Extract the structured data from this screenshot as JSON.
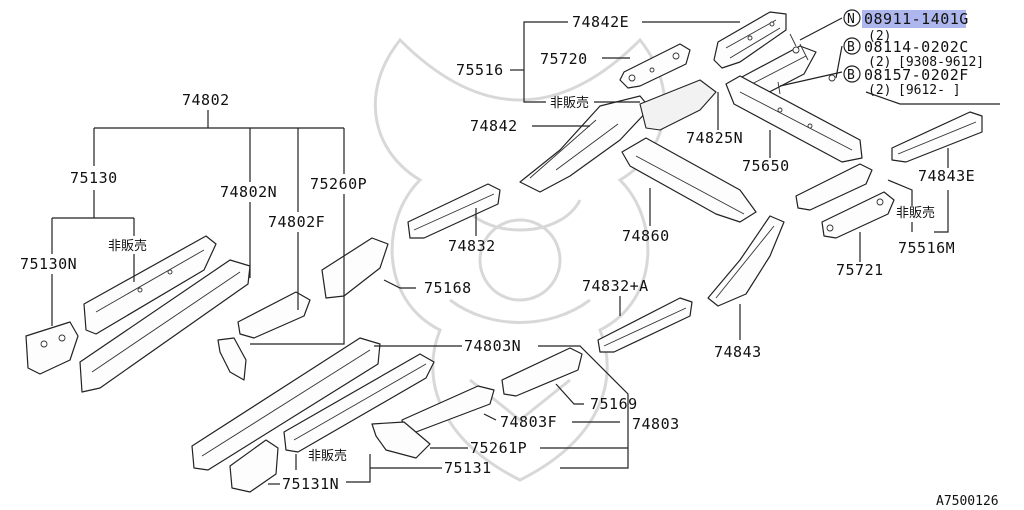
{
  "labels": {
    "p74842E": "74842E",
    "p75516": "75516",
    "p75720": "75720",
    "nosale1": "非販売",
    "p74842": "74842",
    "p74825N": "74825N",
    "p75650": "75650",
    "p74843E": "74843E",
    "nosale2": "非販売",
    "p75516M": "75516M",
    "p75721": "75721",
    "p74860": "74860",
    "p74832": "74832",
    "p74802": "74802",
    "p75130": "75130",
    "p74802N": "74802N",
    "p74802F": "74802F",
    "p75260P": "75260P",
    "nosale3": "非販売",
    "p75130N": "75130N",
    "p75168": "75168",
    "p74832A": "74832+A",
    "p74843": "74843",
    "p74803N": "74803N",
    "p75169": "75169",
    "p74803F": "74803F",
    "p74803": "74803",
    "p75261P": "75261P",
    "nosale4": "非販売",
    "p75131": "75131",
    "p75131N": "75131N",
    "diagram_code": "A7500126"
  },
  "fasteners": [
    {
      "symbol": "N",
      "part": "08911-1401G",
      "qty": "(2)",
      "range": ""
    },
    {
      "symbol": "B",
      "part": "08114-0202C",
      "qty": "(2)",
      "range": "[9308-9612]"
    },
    {
      "symbol": "B",
      "part": "08157-0202F",
      "qty": "(2)",
      "range": "[9612-      ]"
    }
  ],
  "colors": {
    "highlight": "#aeb6ee",
    "ink": "#222222",
    "watermark": "#d8d8d8"
  }
}
